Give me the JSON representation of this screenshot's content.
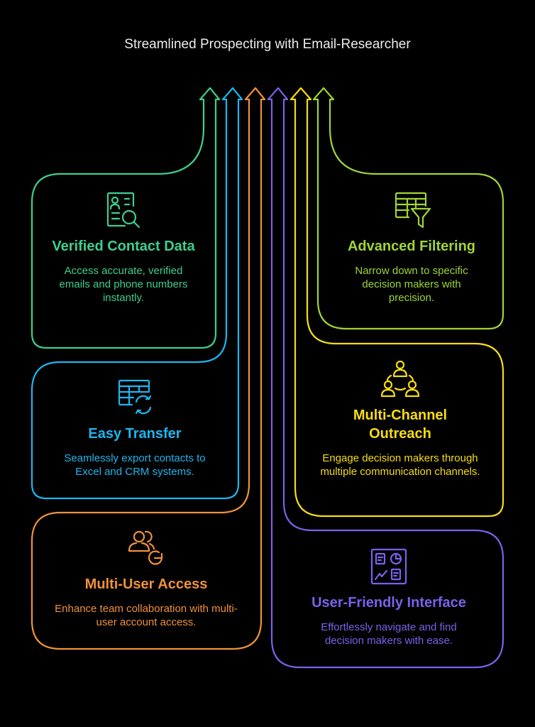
{
  "title": "Streamlined Prospecting with Email-Researcher",
  "cards": [
    {
      "id": "verified-contact-data",
      "heading": "Verified Contact Data",
      "description": "Access accurate, verified emails and phone numbers instantly.",
      "icon": "contact-search-icon",
      "color": "#3ecf8e"
    },
    {
      "id": "easy-transfer",
      "heading": "Easy Transfer",
      "description": "Seamlessly export contacts to Excel and CRM systems.",
      "icon": "table-sync-icon",
      "color": "#1eb6ef"
    },
    {
      "id": "multi-user-access",
      "heading": "Multi-User Access",
      "description": "Enhance team collaboration with multi-user account access.",
      "icon": "users-refresh-icon",
      "color": "#f0923a"
    },
    {
      "id": "user-friendly-interface",
      "heading": "User-Friendly Interface",
      "description": "Effortlessly navigate and find decision makers with ease.",
      "icon": "dashboard-icon",
      "color": "#7b61ea"
    },
    {
      "id": "multi-channel-outreach",
      "heading": "Multi-Channel Outreach",
      "description": "Engage decision makers through multiple communication channels.",
      "icon": "group-network-icon",
      "color": "#f7dc16"
    },
    {
      "id": "advanced-filtering",
      "heading": "Advanced Filtering",
      "description": "Narrow down to specific decision makers with precision.",
      "icon": "table-filter-icon",
      "color": "#9fd536"
    }
  ]
}
